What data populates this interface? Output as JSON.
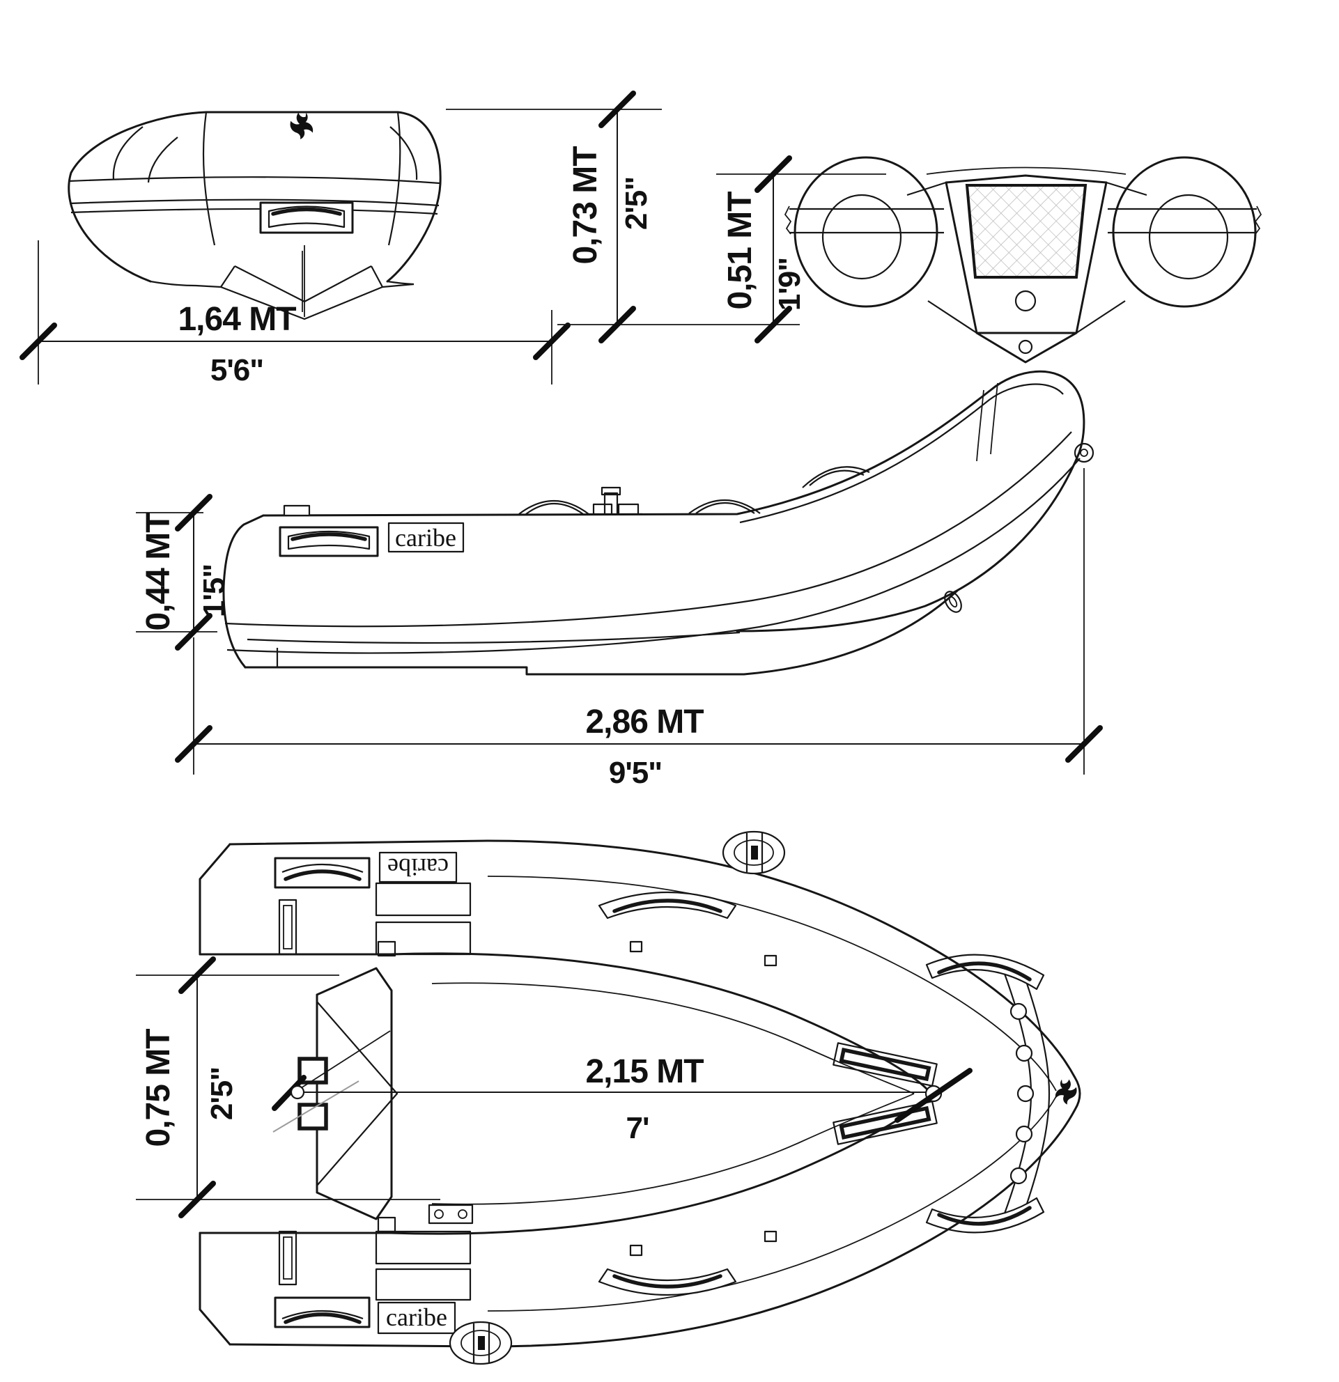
{
  "brand_label": "caribe",
  "dimensions": {
    "front_width": {
      "metric": "1,64 MT",
      "imperial": "5'6\""
    },
    "front_height": {
      "metric": "0,73 MT",
      "imperial": "2'5\""
    },
    "stern_height": {
      "metric": "0,51 MT",
      "imperial": "1'9\""
    },
    "tube_diameter": {
      "metric": "0,44 MT",
      "imperial": "1'5\""
    },
    "overall_length": {
      "metric": "2,86 MT",
      "imperial": "9'5\""
    },
    "interior_length": {
      "metric": "2,15 MT",
      "imperial": "7'"
    },
    "tube_width": {
      "metric": "0,75 MT",
      "imperial": "2'5\""
    }
  }
}
